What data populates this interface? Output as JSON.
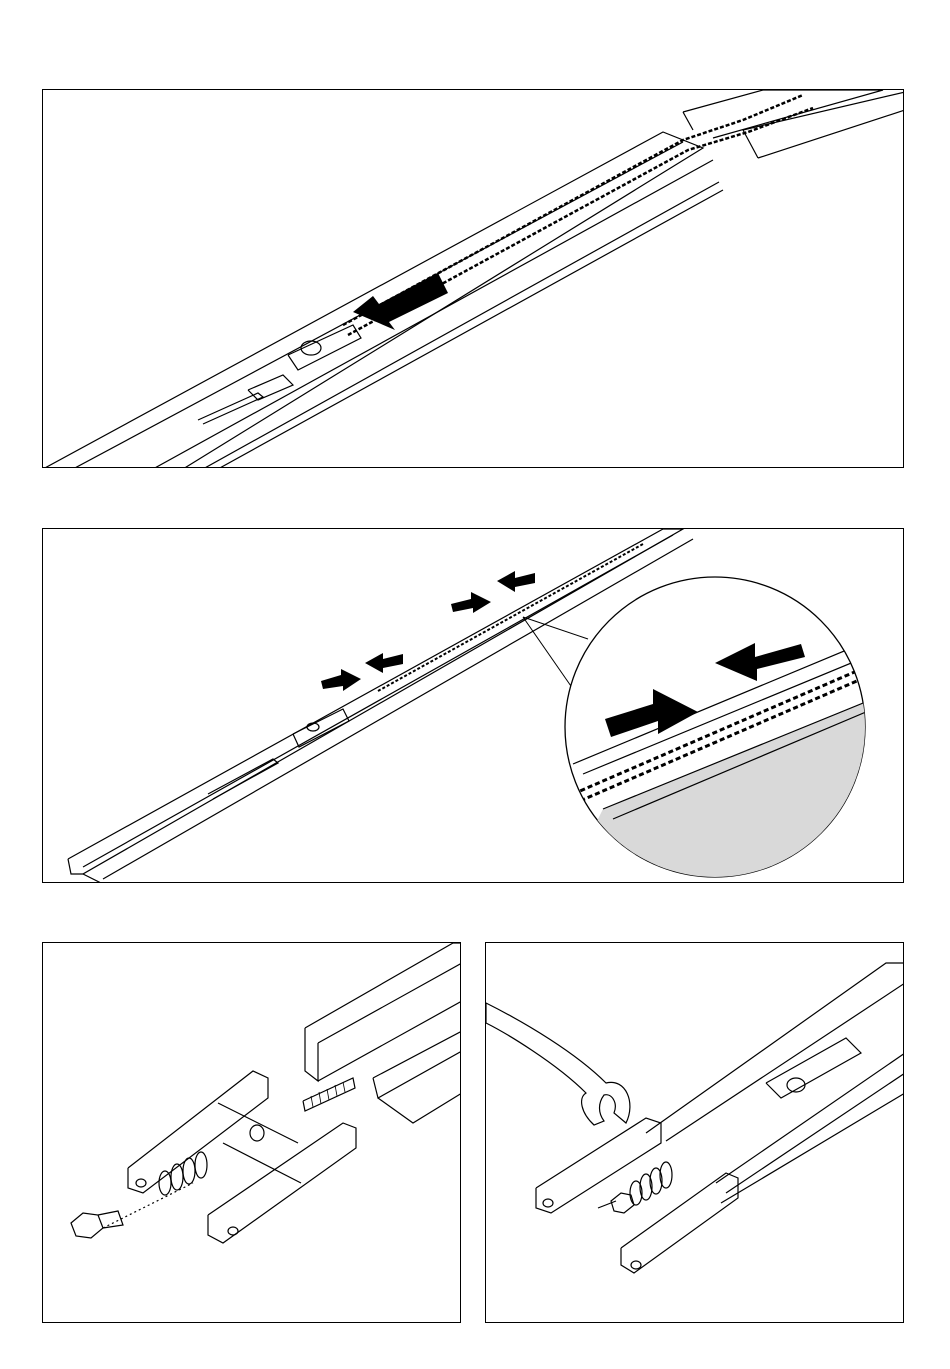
{
  "page": {
    "background": "#ffffff"
  },
  "figures": [
    {
      "id": "rail-chain-push-arrow",
      "arrows": 1
    },
    {
      "id": "rail-sections-join-detail",
      "arrows": 4,
      "detail_arrows": 2
    },
    {
      "id": "tensioner-exploded-view",
      "parts": [
        "nut",
        "spring",
        "tensioner-bracket",
        "threaded-rod",
        "rail-end"
      ]
    },
    {
      "id": "tensioner-wrench-tightening",
      "parts": [
        "wrench",
        "nut",
        "spring",
        "tensioner-bracket",
        "rail-end"
      ]
    }
  ],
  "colors": {
    "line": "#000000",
    "fill": "#ffffff",
    "detail_fill": "#d9d9d9",
    "arrow": "#000000"
  }
}
